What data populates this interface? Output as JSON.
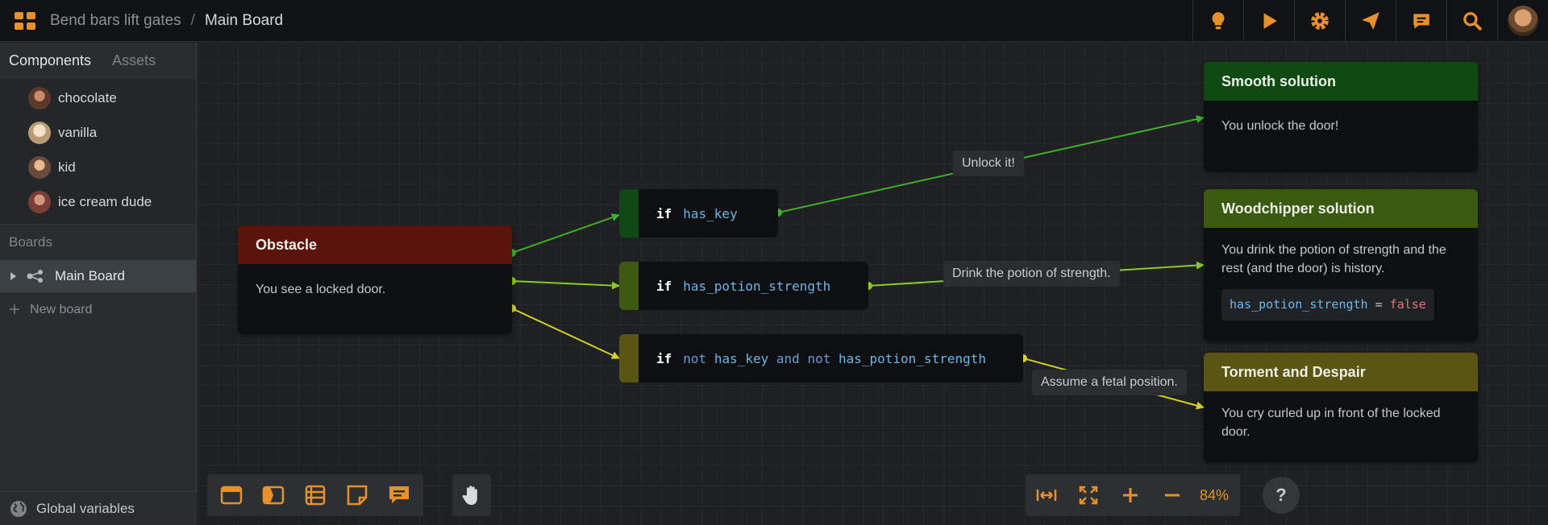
{
  "breadcrumb": {
    "project": "Bend bars lift gates",
    "separator": "/",
    "board": "Main Board"
  },
  "colors": {
    "accent": "#e8902a",
    "green": "#3fae2a",
    "lime": "#8ac926",
    "yellow": "#d8d02a"
  },
  "topbar_tools": [
    "lightbulb-icon",
    "play-icon",
    "gear-icon",
    "send-icon",
    "comment-icon",
    "search-icon"
  ],
  "sidebar": {
    "tabs": {
      "components": "Components",
      "assets": "Assets"
    },
    "components": [
      {
        "name": "chocolate"
      },
      {
        "name": "vanilla"
      },
      {
        "name": "kid"
      },
      {
        "name": "ice cream dude"
      }
    ],
    "boards_heading": "Boards",
    "boards": [
      {
        "label": "Main Board"
      }
    ],
    "new_board": "New board",
    "global_variables": "Global variables"
  },
  "nodes": {
    "obstacle": {
      "title": "Obstacle",
      "body": "You see a locked door."
    },
    "smooth": {
      "title": "Smooth solution",
      "body": "You unlock the door!"
    },
    "woodchipper": {
      "title": "Woodchipper solution",
      "body": "You drink the potion of strength and the rest (and the door) is history.",
      "code_var": "has_potion_strength",
      "code_eq": "=",
      "code_val": "false"
    },
    "torment": {
      "title": "Torment and Despair",
      "body": "You cry curled up in front of the locked door."
    }
  },
  "conditions": {
    "c1": {
      "kw": "if",
      "var": "has_key"
    },
    "c2": {
      "kw": "if",
      "var": "has_potion_strength"
    },
    "c3": {
      "kw": "if",
      "not1": "not",
      "var1": "has_key",
      "and": "and",
      "not2": "not",
      "var2": "has_potion_strength"
    }
  },
  "edge_labels": {
    "unlock": "Unlock it!",
    "drink": "Drink the potion of strength.",
    "fetal": "Assume a fetal position."
  },
  "zoom": {
    "level": "84%"
  },
  "help": "?"
}
